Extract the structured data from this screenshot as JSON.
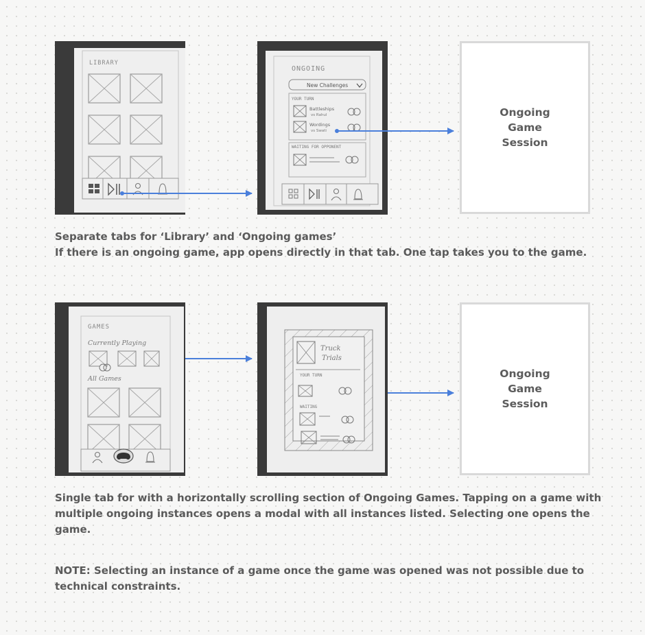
{
  "row1": {
    "library_label": "LIBRARY",
    "ongoing_label": "ONGOING",
    "new_challenges_label": "New Challenges",
    "your_turn_label": "YOUR TURN",
    "game1_name": "Battleships",
    "game1_opponent": "vs Rahul",
    "game2_name": "Wordings",
    "game2_opponent": "vs Swati",
    "waiting_label": "WAITING FOR OPPONENT",
    "session_label": "Ongoing Game Session",
    "caption_line1": "Separate tabs for ‘Library’ and ‘Ongoing games’",
    "caption_line2": "If there is an ongoing game, app opens directly in that tab. One tap takes you to the game."
  },
  "row2": {
    "games_label": "GAMES",
    "currently_playing_label": "Currently Playing",
    "all_games_label": "All Games",
    "modal_game_line1": "Truck",
    "modal_game_line2": "Trials",
    "your_turn_label": "YOUR TURN",
    "waiting_label": "WAITING",
    "session_label": "Ongoing Game Session",
    "caption": "Single tab for with a horizontally scrolling section of Ongoing Games. Tapping on a game with multiple ongoing instances opens a modal with all instances listed. Selecting one opens the game."
  },
  "note": "NOTE: Selecting an instance of a game once the game was opened was not possible due to technical constraints.",
  "colors": {
    "arrow": "#4a7fdb",
    "caption": "#5a5a5a",
    "paper": "#efefef"
  }
}
